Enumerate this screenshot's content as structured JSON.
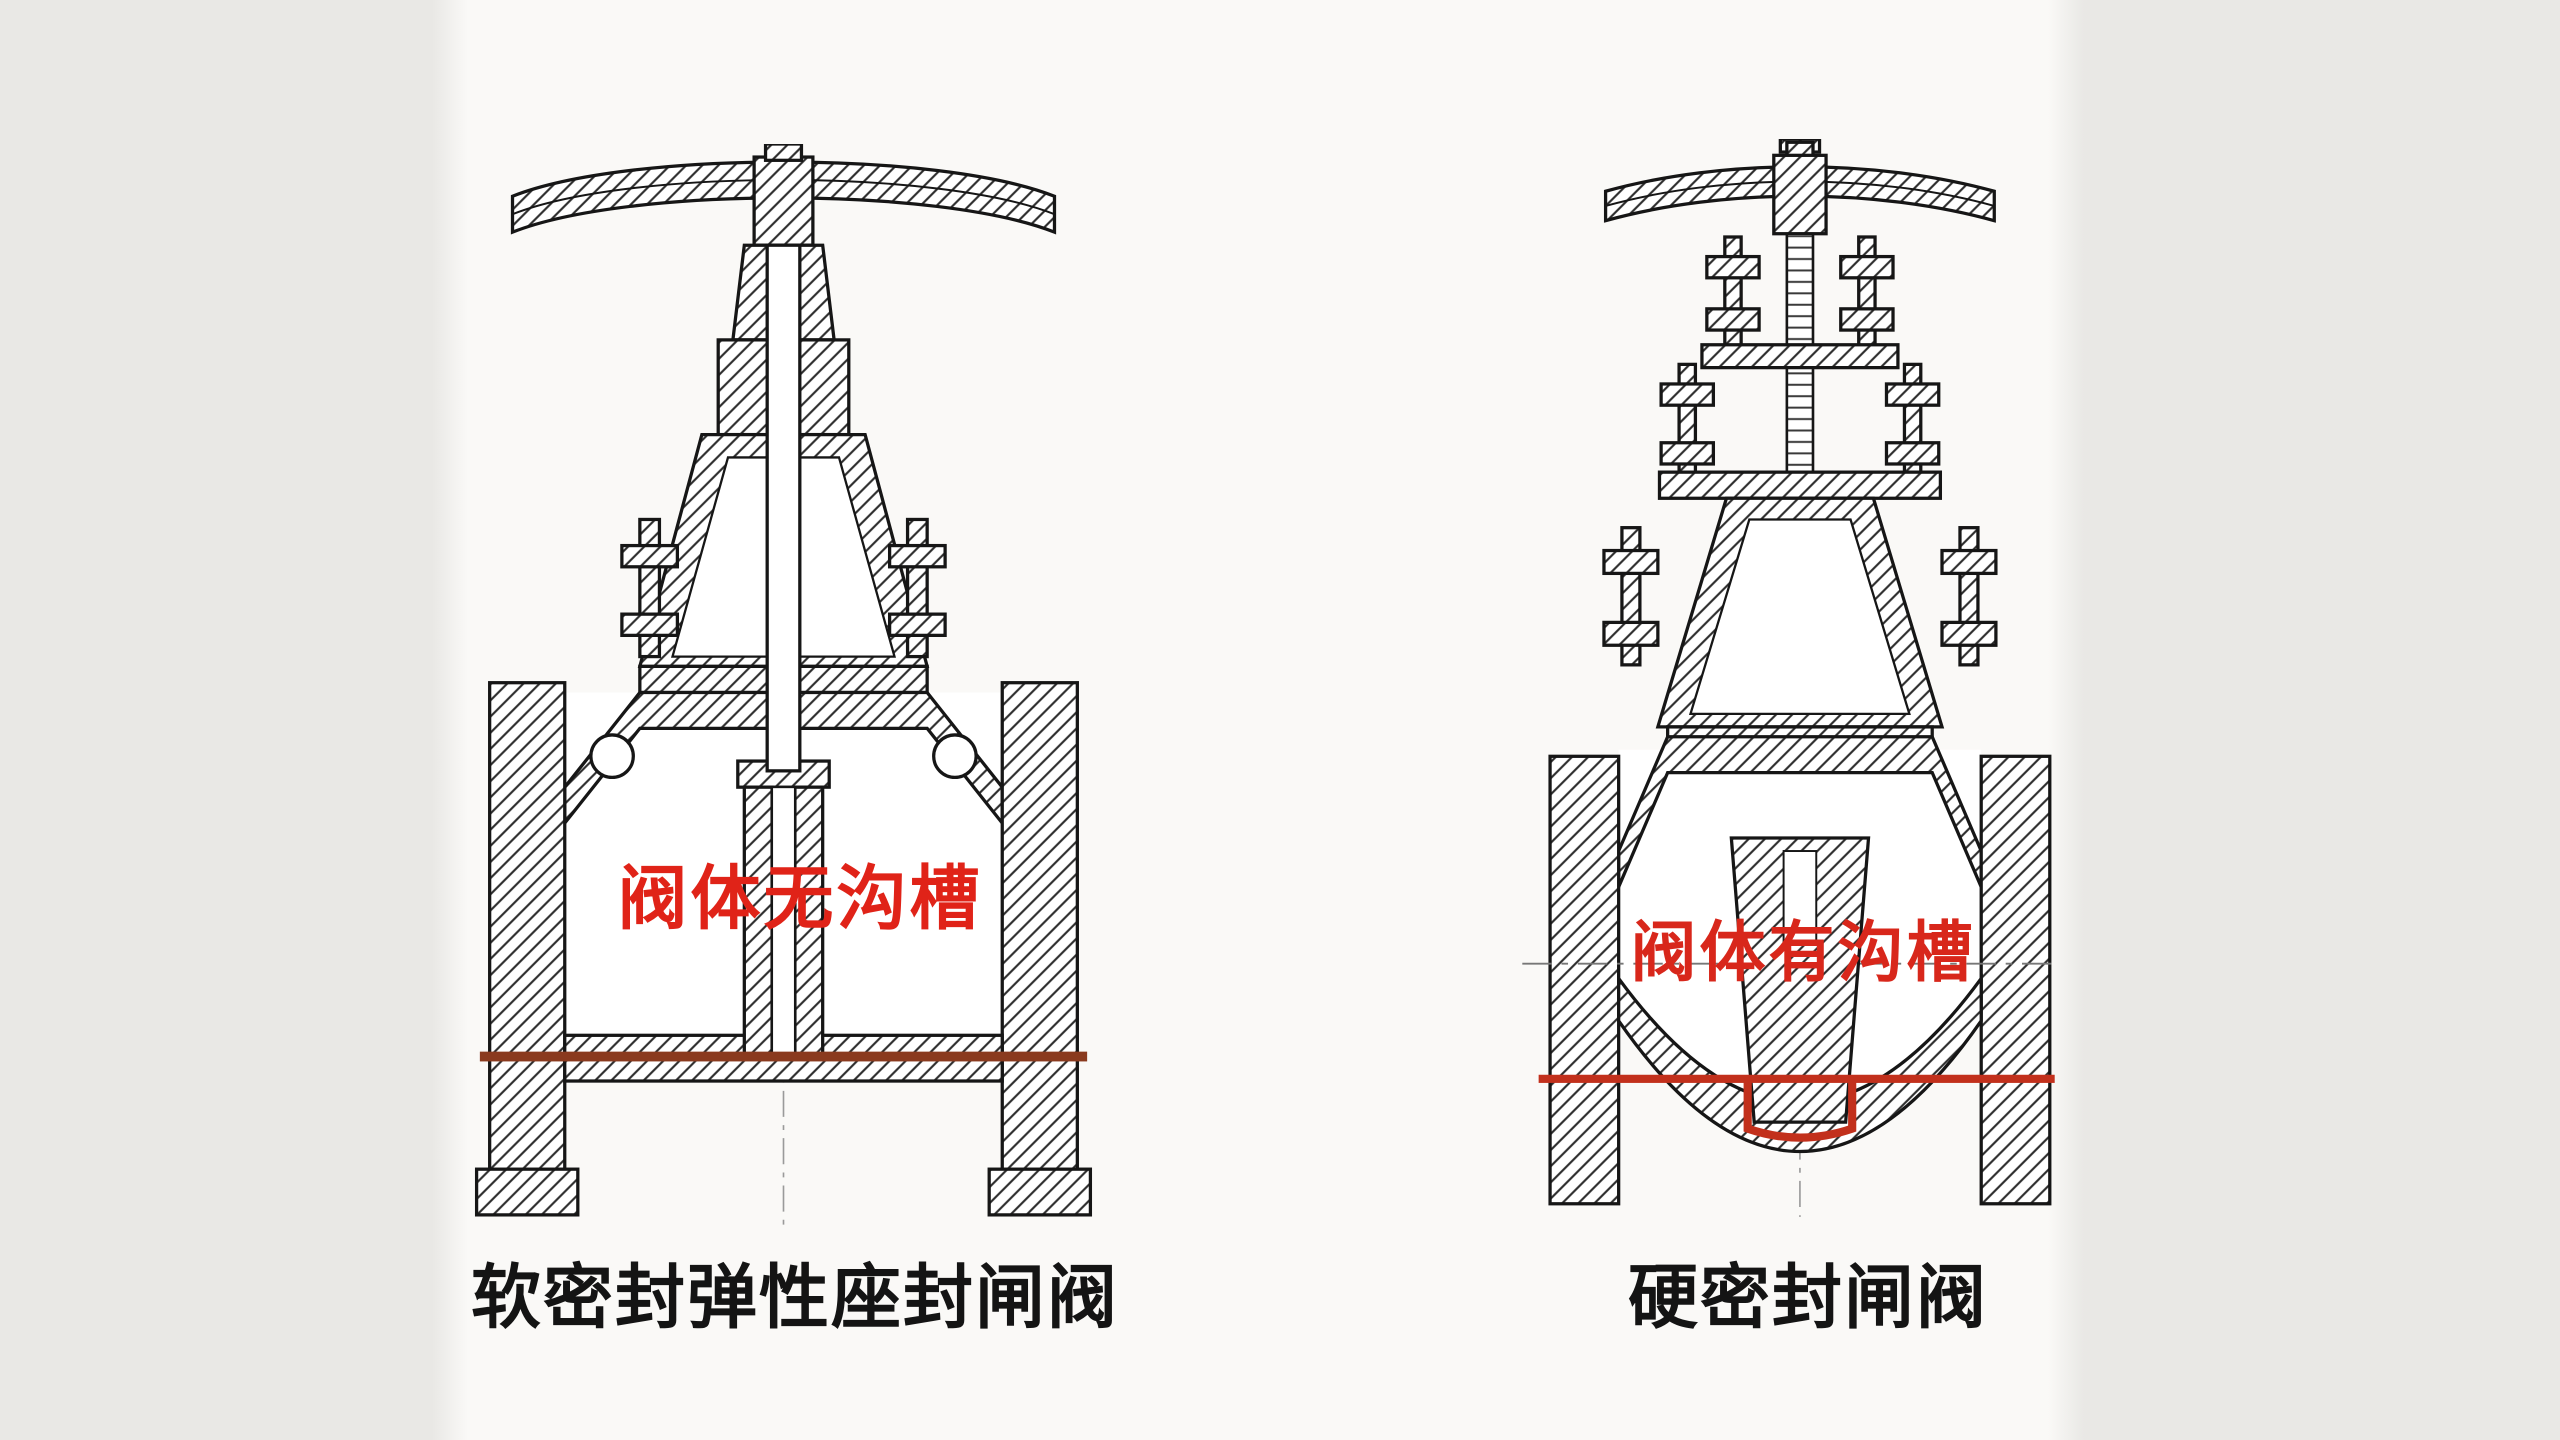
{
  "left_panel": {
    "annotation": "阀体无沟槽",
    "caption": "软密封弹性座封闸阀",
    "annotation_color": "#e02318",
    "seat_line_color": "#8a3a1e"
  },
  "right_panel": {
    "annotation": "阀体有沟槽",
    "caption": "硬密封闸阀",
    "annotation_color": "#d8271b",
    "seat_line_color": "#c2301c",
    "groove_color": "#c2301c"
  },
  "background": {
    "side_band_color": "#e9e8e5",
    "center_color": "#faf9f7",
    "line_color": "#161616"
  }
}
